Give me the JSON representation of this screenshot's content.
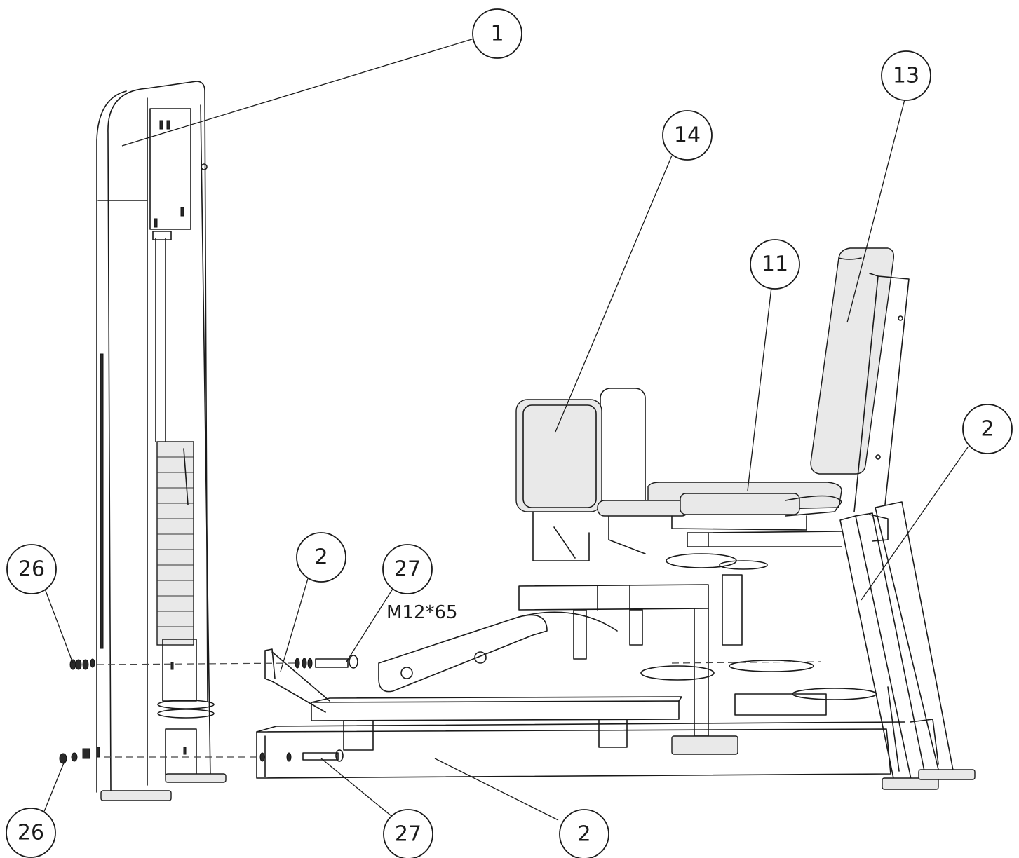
{
  "callouts": {
    "frame_tower": "1",
    "thigh_pad": "14",
    "seat": "11",
    "back_pad": "13",
    "rear_leg_frame": "2",
    "front_base_bracket": "2",
    "base_rail": "2",
    "nuts_upper": "26",
    "nuts_lower": "26",
    "bolt_upper": "27",
    "bolt_lower": "27"
  },
  "fastener_spec": "M12*65"
}
